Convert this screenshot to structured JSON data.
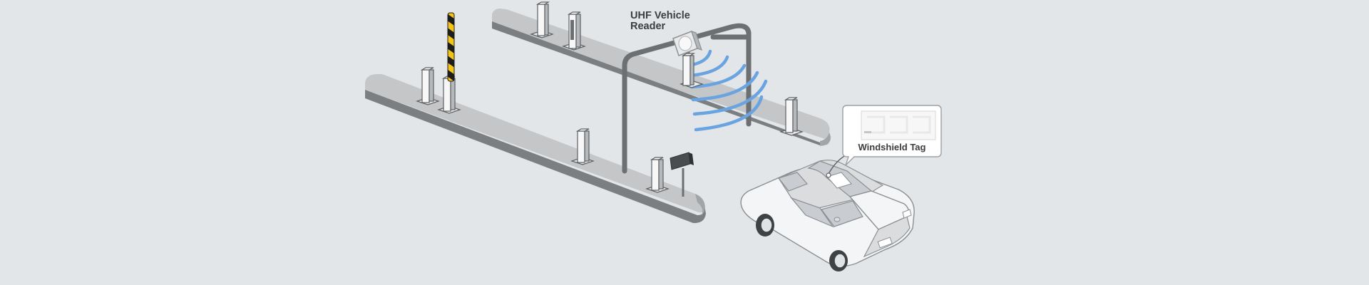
{
  "reader_label": {
    "line1": "UHF Vehicle",
    "line2": "Reader"
  },
  "tag_label": "Windshield Tag",
  "colors": {
    "background": "#e3e6e9",
    "rf_waves": "#6aa4e0",
    "barrier_stripe_yellow": "#f2c418",
    "barrier_stripe_black": "#1d1d1d"
  },
  "icons": [
    "uhf-reader-icon",
    "rf-wave-icon",
    "windshield-tag-icon",
    "car-icon",
    "barrier-gate-icon",
    "bollard-icon",
    "sign-post-icon"
  ]
}
